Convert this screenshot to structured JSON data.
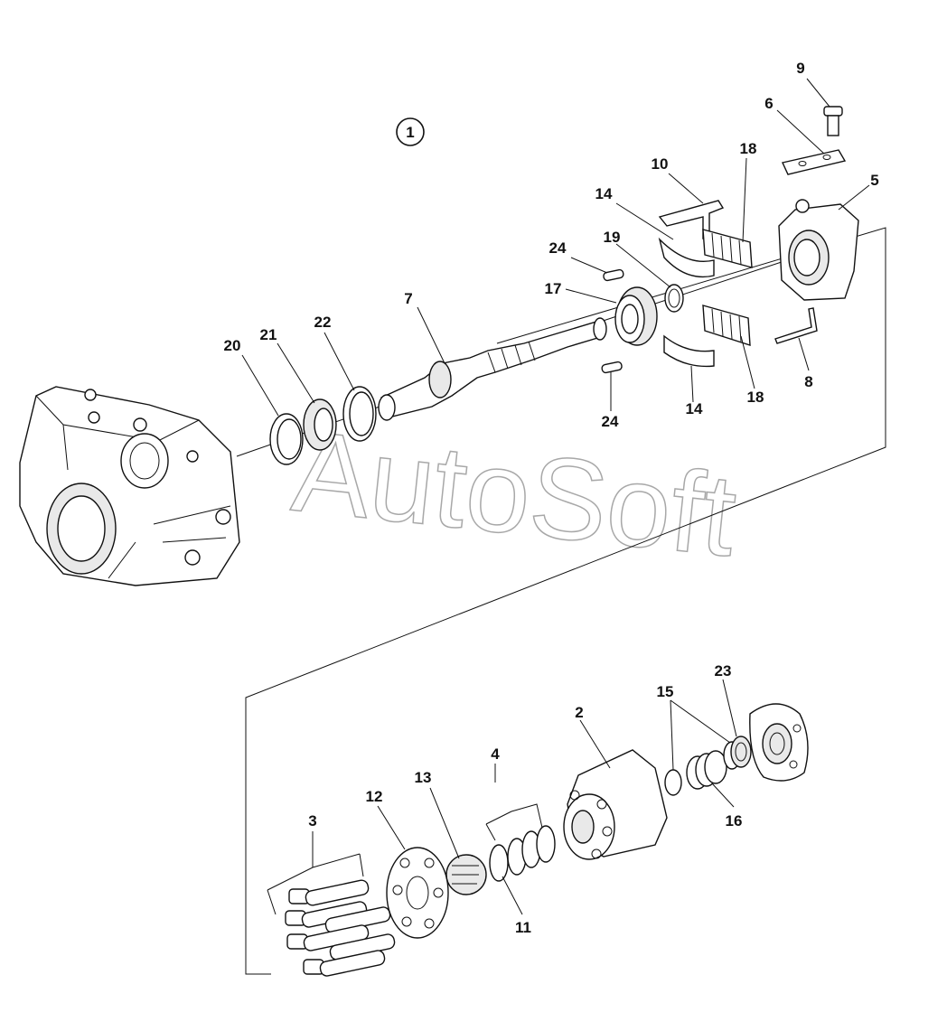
{
  "figure": {
    "figure_number": "1",
    "watermark": "AutoSoft"
  },
  "callouts": [
    {
      "id": "c9",
      "text": "9"
    },
    {
      "id": "c6",
      "text": "6"
    },
    {
      "id": "c18a",
      "text": "18"
    },
    {
      "id": "c5",
      "text": "5"
    },
    {
      "id": "c10",
      "text": "10"
    },
    {
      "id": "c14a",
      "text": "14"
    },
    {
      "id": "c19",
      "text": "19"
    },
    {
      "id": "c24a",
      "text": "24"
    },
    {
      "id": "c17",
      "text": "17"
    },
    {
      "id": "c7",
      "text": "7"
    },
    {
      "id": "c20",
      "text": "20"
    },
    {
      "id": "c21",
      "text": "21"
    },
    {
      "id": "c22",
      "text": "22"
    },
    {
      "id": "c8",
      "text": "8"
    },
    {
      "id": "c18b",
      "text": "18"
    },
    {
      "id": "c14b",
      "text": "14"
    },
    {
      "id": "c24b",
      "text": "24"
    },
    {
      "id": "c23",
      "text": "23"
    },
    {
      "id": "c15",
      "text": "15"
    },
    {
      "id": "c2",
      "text": "2"
    },
    {
      "id": "c4",
      "text": "4"
    },
    {
      "id": "c13",
      "text": "13"
    },
    {
      "id": "c12",
      "text": "12"
    },
    {
      "id": "c3",
      "text": "3"
    },
    {
      "id": "c16",
      "text": "16"
    },
    {
      "id": "c11",
      "text": "11"
    }
  ]
}
